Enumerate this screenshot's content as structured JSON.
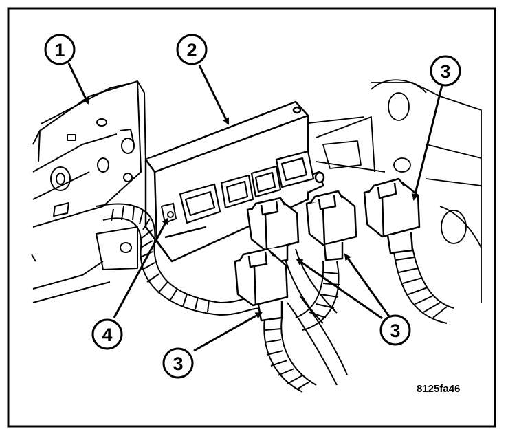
{
  "callouts": [
    {
      "id": "c1",
      "label": "1"
    },
    {
      "id": "c2",
      "label": "2"
    },
    {
      "id": "c3a",
      "label": "3"
    },
    {
      "id": "c3b",
      "label": "3"
    },
    {
      "id": "c3c",
      "label": "3"
    },
    {
      "id": "c4",
      "label": "4"
    }
  ],
  "figure_code": "8125fa46",
  "colors": {
    "ink": "#000000",
    "paper": "#ffffff"
  }
}
